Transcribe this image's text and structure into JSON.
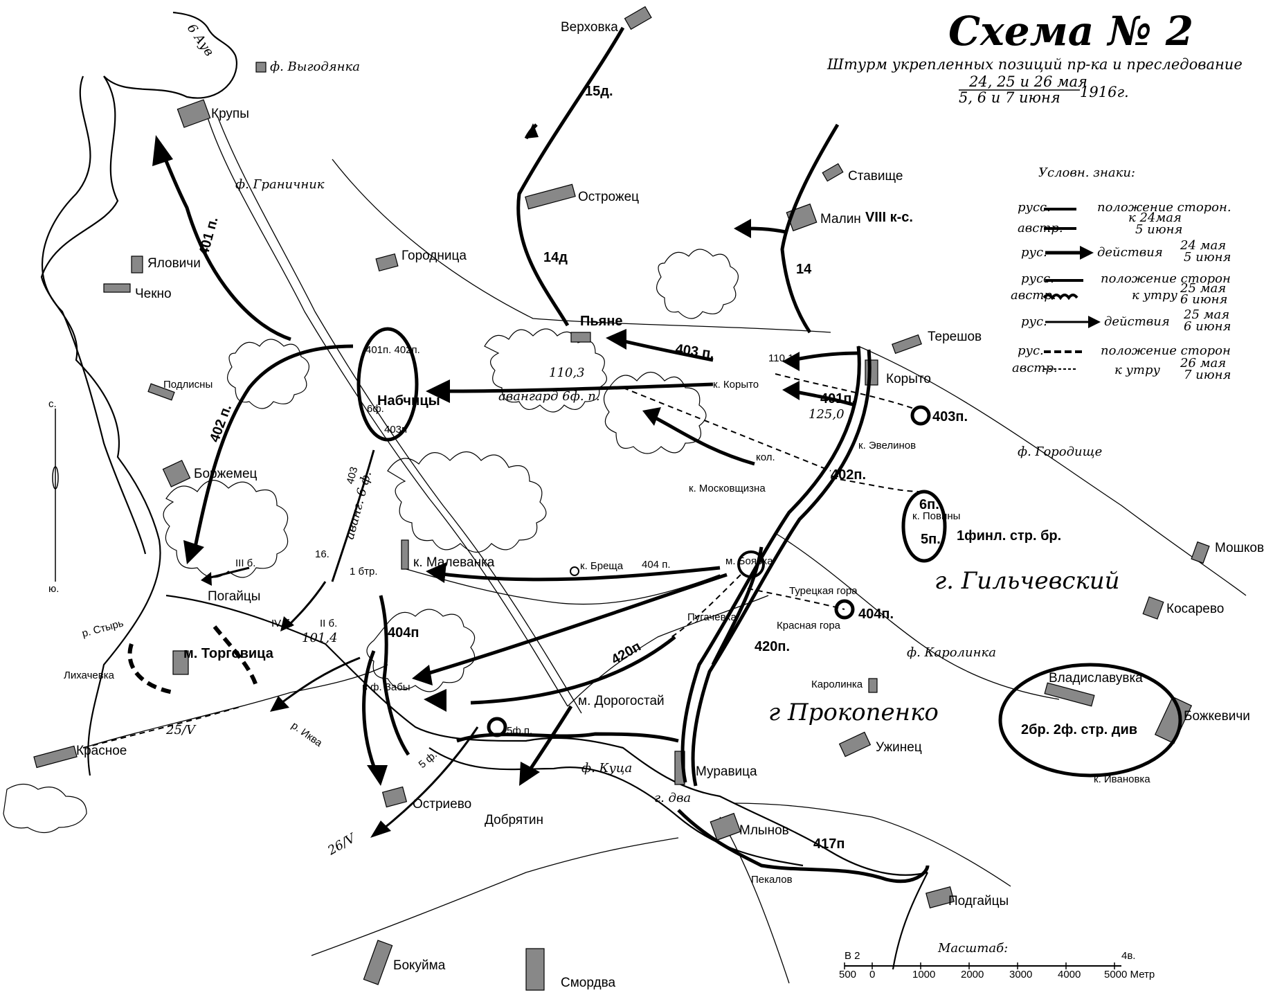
{
  "title": "Схема № 2",
  "subtitle": "Штурм укрепленных позиций пр-ка и преследование",
  "dates_top": "24, 25 и 26 мая",
  "dates_bottom": "5, 6 и 7 июня",
  "year": "1916г.",
  "legend": {
    "heading": "Условн. знаки:",
    "rows": [
      {
        "side_top": "русс.",
        "side_bottom": "австр.",
        "text": "положение сторон.",
        "date_top": "к 24мая",
        "date_bottom": "5 июня"
      },
      {
        "side_top": "рус.",
        "text": "действия",
        "date_top": "24 мая",
        "date_bottom": "5 июня"
      },
      {
        "side_top": "русс.",
        "side_bottom": "австр.",
        "text": "положение сторон",
        "text2": "к утру",
        "date_top": "25 мая",
        "date_bottom": "6 июня"
      },
      {
        "side_top": "рус.",
        "text": "действия",
        "date_top": "25 мая",
        "date_bottom": "6 июня"
      },
      {
        "side_top": "рус.",
        "side_bottom": "австр.",
        "text": "положение сторон",
        "text2": "к утру",
        "date_top": "26 мая",
        "date_bottom": "7 июня"
      }
    ]
  },
  "places": {
    "verkhovka": "Верховка",
    "krupy": "Крупы",
    "vygodyanka": "ф. Выгодянка",
    "granichnik": "ф. Граничник",
    "ostrozhets": "Острожец",
    "stavishche": "Ставище",
    "malin": "Малин",
    "yalovichi": "Яловичи",
    "chekno": "Чекно",
    "gorodnitsa": "Городница",
    "pyane": "Пьяне",
    "tereshov": "Терешов",
    "korytno": "Корыто",
    "k_korytno": "к. Корыто",
    "podlisny": "Подлисны",
    "nabchitsy": "Набчицы",
    "evelinov": "к. Эвелинов",
    "f_gorodishche": "ф. Городище",
    "borzhemets": "Боржемец",
    "moskovshchizna": "к. Московщизна",
    "povinу": "к. Повины",
    "mala_kol": "кол.",
    "malevanka": "к. Малеванка",
    "k_breshcha": "к. Бреща",
    "boyarka": "м. Боярка",
    "turetskaya": "Турецкая гора",
    "krasnaya": "Красная гора",
    "pugachevka": "Пугачевка",
    "mashkov": "Мошков",
    "kosarevo": "Косарево",
    "pogaitsy_w": "Погайцы",
    "torgovitsa": "м. Торговица",
    "likhachevka": "Лихачевка",
    "f_zaby": "в ф. Забы",
    "karolinka": "Каролинка",
    "f_karolinka": "ф. Каролинка",
    "vladislavovka": "Владиславувка",
    "bozhkevichi": "Божкевичи",
    "k_ivanovka": "к. Ивановка",
    "dorogostai": "м. Дорогостай",
    "krasnoe": "Красное",
    "ostrievo": "Остриево",
    "dobryatin": "Добрятин",
    "f_kutsa": "ф. Куца",
    "muravitsa": "Муравица",
    "uzhinets": "Ужинец",
    "mlynov": "Млынов",
    "pekalov": "Пекалов",
    "pogaitsy_e": "Подгайцы",
    "bokuima": "Бокуйма",
    "smordva": "Смордва",
    "r_ikva": "р. Иква",
    "r_styr": "р. Стырь",
    "g_dva": "г. два"
  },
  "units": {
    "d15": "15д.",
    "d14": "14д",
    "k14": "14",
    "corps8": "VIII к-с.",
    "p403_arrow": "403 п.",
    "p401_402": "401п. 402п.",
    "p6f": "6ф.",
    "p403n": "403п",
    "p401n": "401п.",
    "p403_circle": "403п.",
    "p402n": "402п.",
    "p402_left": "402 п.",
    "p401_left": "401 п.",
    "avangard": "авангард 6ф. п.",
    "avang2": "аванг. 6 ф.",
    "p403_v": "403",
    "p6_group": "6п.",
    "p5_group": "5п.",
    "fin_brigade": "1финл. стр. бр.",
    "p404": "404 п.",
    "p404n": "404п",
    "p404_circle": "404п.",
    "p420": "420п",
    "p420n": "420п.",
    "p5f": "5ф.п.",
    "p5f_arrow": "5 ф.",
    "p417": "417п",
    "b1_str": "1 бтр.",
    "iii_b": "III б.",
    "iv_b": "IV б.",
    "ii_b": "II б.",
    "v16": "16.",
    "h110": "110,3",
    "h101": "101,4",
    "h125": "125,0",
    "gr2": "2бр. 2ф. стр. див",
    "h26": "26/V",
    "h25": "25/V",
    "top_korytno": "110,1",
    "dva_g": "6 Аув"
  },
  "gen_labels": {
    "gilchevsky": "г. Гильчевский",
    "prokopenko": "г Прокопенко"
  },
  "scale": {
    "label": "Масштаб:",
    "left_unit": "В 2",
    "right_unit": "4в.",
    "ticks": [
      "500",
      "0",
      "1000",
      "2000",
      "3000",
      "4000",
      "5000 Метр"
    ]
  },
  "compass": {
    "north": "с.",
    "south": "ю."
  }
}
